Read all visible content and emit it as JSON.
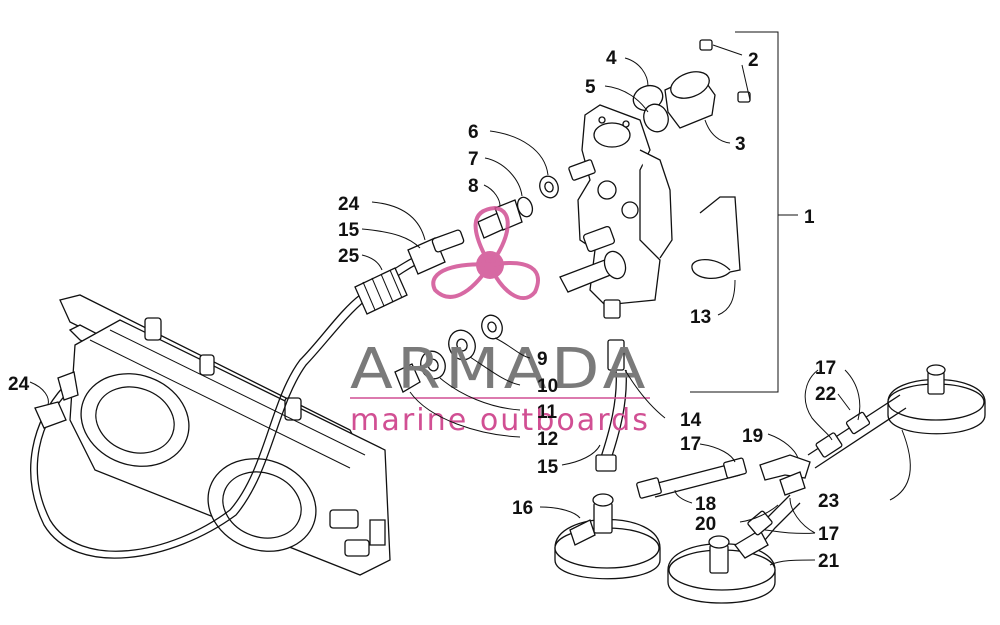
{
  "watermark": {
    "brand": "ARMADA",
    "tagline": "marine outboards",
    "logo_color": "#d14f93",
    "text_color": "#7a7a7a"
  },
  "callouts": [
    {
      "id": "c1",
      "label": "1"
    },
    {
      "id": "c2",
      "label": "2"
    },
    {
      "id": "c3",
      "label": "3"
    },
    {
      "id": "c4",
      "label": "4"
    },
    {
      "id": "c5",
      "label": "5"
    },
    {
      "id": "c6",
      "label": "6"
    },
    {
      "id": "c7",
      "label": "7"
    },
    {
      "id": "c8",
      "label": "8"
    },
    {
      "id": "c9",
      "label": "9"
    },
    {
      "id": "c10",
      "label": "10"
    },
    {
      "id": "c11",
      "label": "11"
    },
    {
      "id": "c12",
      "label": "12"
    },
    {
      "id": "c13",
      "label": "13"
    },
    {
      "id": "c14",
      "label": "14"
    },
    {
      "id": "c15a",
      "label": "15"
    },
    {
      "id": "c15b",
      "label": "15"
    },
    {
      "id": "c16",
      "label": "16"
    },
    {
      "id": "c17a",
      "label": "17"
    },
    {
      "id": "c17b",
      "label": "17"
    },
    {
      "id": "c17c",
      "label": "17"
    },
    {
      "id": "c18",
      "label": "18"
    },
    {
      "id": "c19",
      "label": "19"
    },
    {
      "id": "c20",
      "label": "20"
    },
    {
      "id": "c21",
      "label": "21"
    },
    {
      "id": "c22",
      "label": "22"
    },
    {
      "id": "c23",
      "label": "23"
    },
    {
      "id": "c24a",
      "label": "24"
    },
    {
      "id": "c24b",
      "label": "24"
    },
    {
      "id": "c25",
      "label": "25"
    }
  ]
}
